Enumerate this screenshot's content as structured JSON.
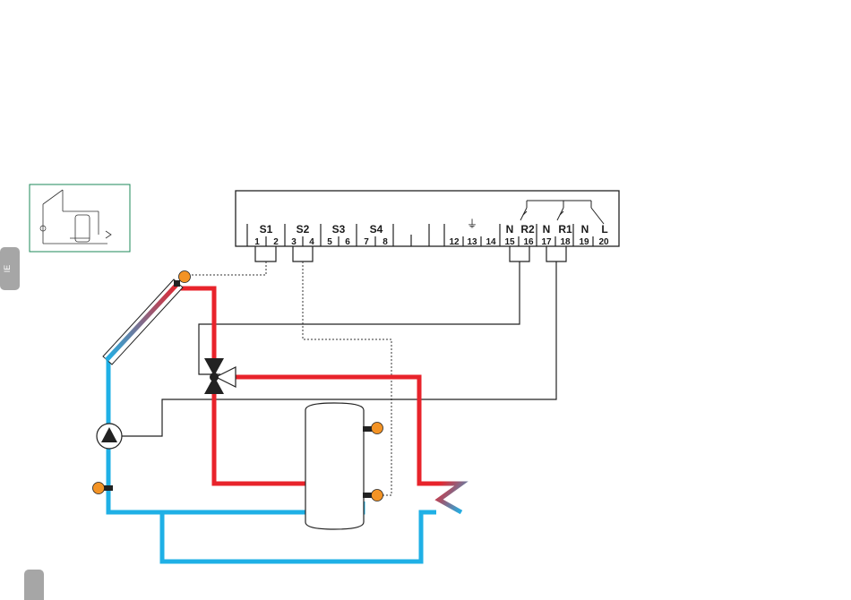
{
  "language_tab": {
    "label": "IE"
  },
  "colors": {
    "hot_pipe": "#e8232b",
    "cold_pipe": "#1fb0e6",
    "sensor": "#f39325",
    "wire": "#222222",
    "legend_border": "#1e8a5a",
    "tab_grey": "#a6a6a6"
  },
  "controller": {
    "groups": {
      "s1": "S1",
      "s2": "S2",
      "s3": "S3",
      "s4": "S4",
      "n_r2": "N",
      "r2": "R2",
      "n_r1": "N",
      "r1": "R1",
      "n_mains": "N",
      "l_mains": "L"
    },
    "terminals": {
      "t1": "1",
      "t2": "2",
      "t3": "3",
      "t4": "4",
      "t5": "5",
      "t6": "6",
      "t7": "7",
      "t8": "8",
      "t12": "12",
      "t13": "13",
      "t14": "14",
      "t15": "15",
      "t16": "16",
      "t17": "17",
      "t18": "18",
      "t19": "19",
      "t20": "20"
    },
    "ground_symbol": "⏚"
  },
  "icons": [
    "pump-icon",
    "three-way-valve-icon",
    "temperature-sensor-icon",
    "solar-collector-icon",
    "storage-tank-icon",
    "heat-exchanger-icon",
    "relay-contact-icon",
    "ground-icon"
  ]
}
